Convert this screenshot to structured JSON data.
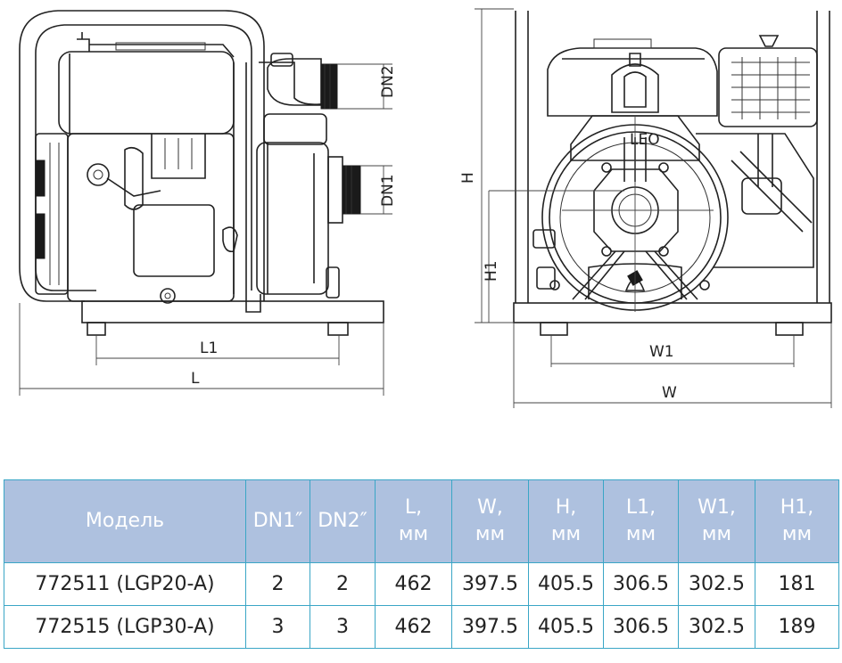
{
  "drawing": {
    "dims": {
      "dn2": "DN2",
      "dn1": "DN1",
      "h": "H",
      "h1": "H1",
      "l1": "L1",
      "l": "L",
      "w1": "W1",
      "w": "W"
    },
    "logo_text": "LEO"
  },
  "table": {
    "headers": [
      {
        "top": "Модель",
        "bottom": ""
      },
      {
        "top": "DN1″",
        "bottom": ""
      },
      {
        "top": "DN2″",
        "bottom": ""
      },
      {
        "top": "L,",
        "bottom": "мм"
      },
      {
        "top": "W,",
        "bottom": "мм"
      },
      {
        "top": "H,",
        "bottom": "мм"
      },
      {
        "top": "L1,",
        "bottom": "мм"
      },
      {
        "top": "W1,",
        "bottom": "мм"
      },
      {
        "top": "H1,",
        "bottom": "мм"
      }
    ],
    "rows": [
      [
        "772511 (LGP20-A)",
        "2",
        "2",
        "462",
        "397.5",
        "405.5",
        "306.5",
        "302.5",
        "181"
      ],
      [
        "772515 (LGP30-A)",
        "3",
        "3",
        "462",
        "397.5",
        "405.5",
        "306.5",
        "302.5",
        "189"
      ]
    ]
  },
  "colors": {
    "header_bg": "#aec1df",
    "border": "#3aa6c6"
  }
}
